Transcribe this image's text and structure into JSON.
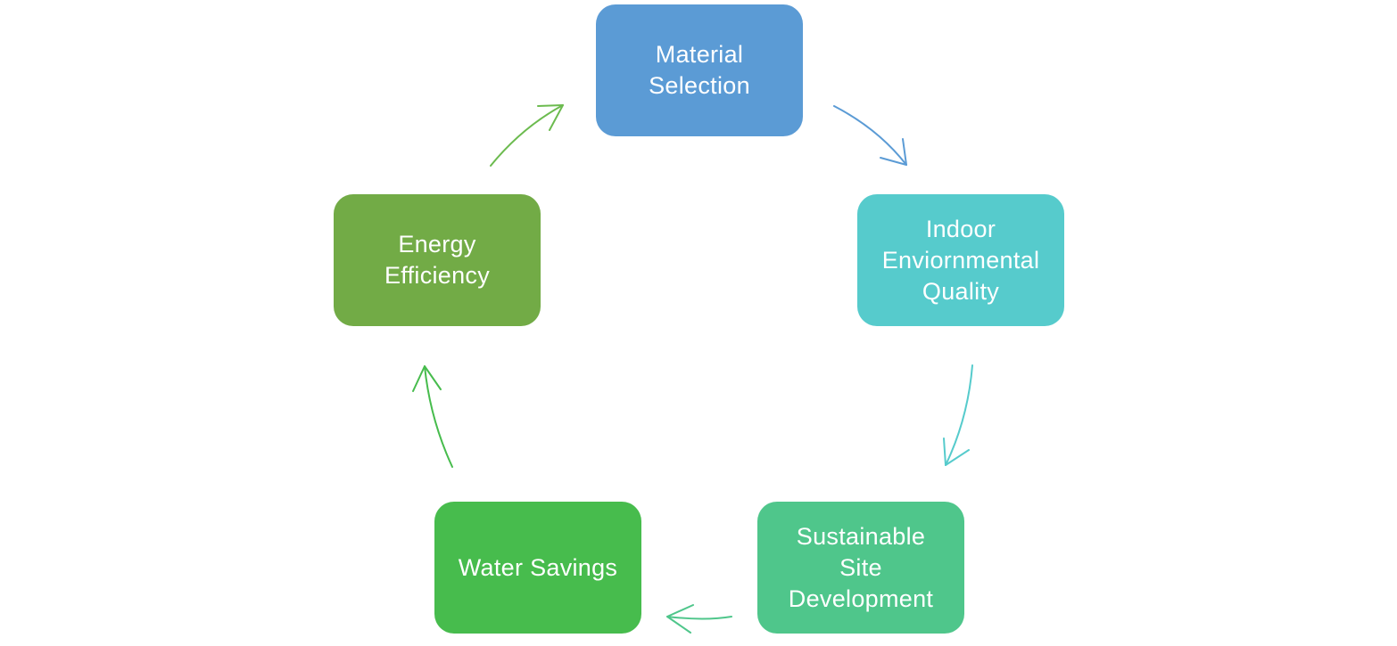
{
  "diagram": {
    "nodes": [
      {
        "id": "material",
        "label": "Material\nSelection",
        "color": "#5b9bd5"
      },
      {
        "id": "indoor",
        "label": "Indoor\nEnviornmental\nQuality",
        "color": "#56cbcc"
      },
      {
        "id": "site",
        "label": "Sustainable\nSite\nDevelopment",
        "color": "#4fc68b"
      },
      {
        "id": "water",
        "label": "Water Savings",
        "color": "#47bc4d"
      },
      {
        "id": "energy",
        "label": "Energy\nEfficiency",
        "color": "#72ab46"
      }
    ],
    "edges": [
      {
        "from": "material",
        "to": "indoor",
        "color": "#5b9bd5"
      },
      {
        "from": "indoor",
        "to": "site",
        "color": "#56cbcc"
      },
      {
        "from": "site",
        "to": "water",
        "color": "#4fc68b"
      },
      {
        "from": "water",
        "to": "energy",
        "color": "#47bc4d"
      },
      {
        "from": "energy",
        "to": "material",
        "color": "#6cbb4f"
      }
    ]
  }
}
